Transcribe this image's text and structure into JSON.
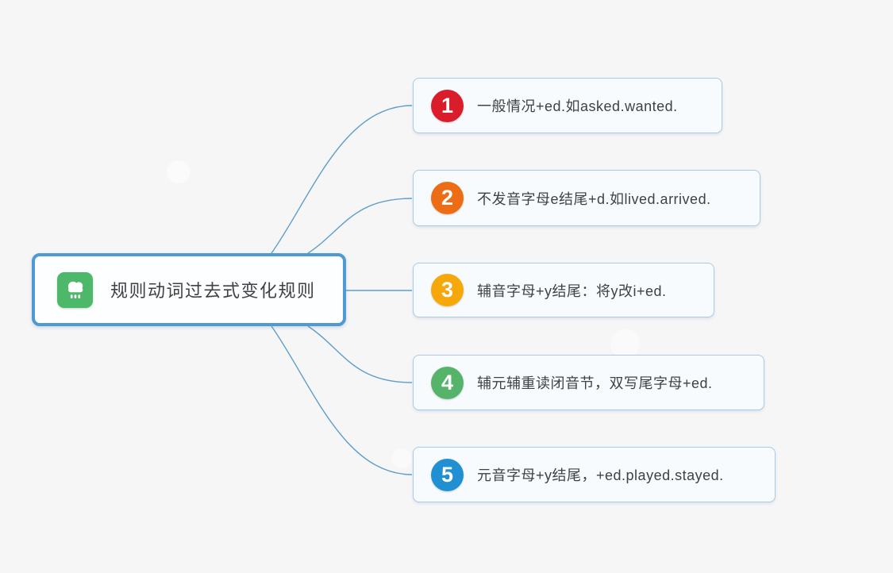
{
  "page": {
    "background_color": "#f6f6f7",
    "connector_color": "#5e9dcb"
  },
  "root_node": {
    "label": "规则动词过去式变化规则",
    "icon": "rain-cloud-icon",
    "icon_background_color": "#4db869",
    "border_color": "#4e9ad2"
  },
  "branches": [
    {
      "number": "1",
      "label": "一般情况+ed.如asked.wanted.",
      "badge_color": "#d91d2a"
    },
    {
      "number": "2",
      "label": "不发音字母e结尾+d.如lived.arrived.",
      "badge_color": "#ed6d16"
    },
    {
      "number": "3",
      "label": "辅音字母+y结尾：将y改i+ed.",
      "badge_color": "#f6a80b"
    },
    {
      "number": "4",
      "label": "辅元辅重读闭音节，双写尾字母+ed.",
      "badge_color": "#55b46a"
    },
    {
      "number": "5",
      "label": "元音字母+y结尾，+ed.played.stayed.",
      "badge_color": "#2090d3"
    }
  ]
}
